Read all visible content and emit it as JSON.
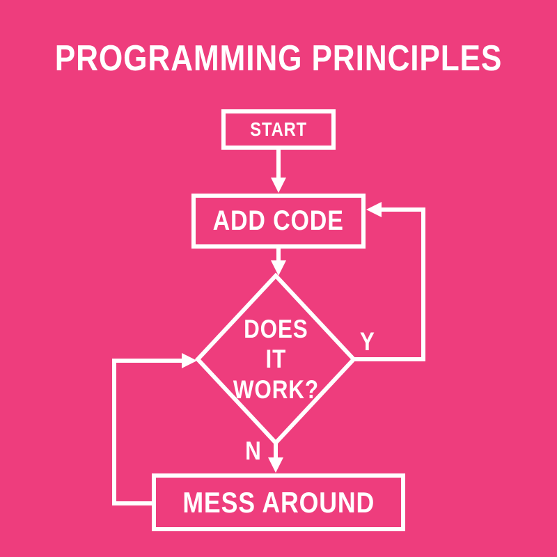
{
  "colors": {
    "background": "#EE3D7D",
    "foreground": "#FFFFFF"
  },
  "title": "PROGRAMMING PRINCIPLES",
  "flowchart": {
    "nodes": {
      "start": {
        "label": "START",
        "type": "terminator"
      },
      "add_code": {
        "label": "ADD CODE",
        "type": "process"
      },
      "decision": {
        "label": "DOES\nIT\nWORK?",
        "type": "decision"
      },
      "mess_around": {
        "label": "MESS AROUND",
        "type": "process"
      }
    },
    "edges": [
      {
        "from": "start",
        "to": "add_code",
        "label": ""
      },
      {
        "from": "add_code",
        "to": "decision",
        "label": ""
      },
      {
        "from": "decision",
        "to": "add_code",
        "label": "Y"
      },
      {
        "from": "decision",
        "to": "mess_around",
        "label": "N"
      },
      {
        "from": "mess_around",
        "to": "decision",
        "label": ""
      }
    ]
  }
}
